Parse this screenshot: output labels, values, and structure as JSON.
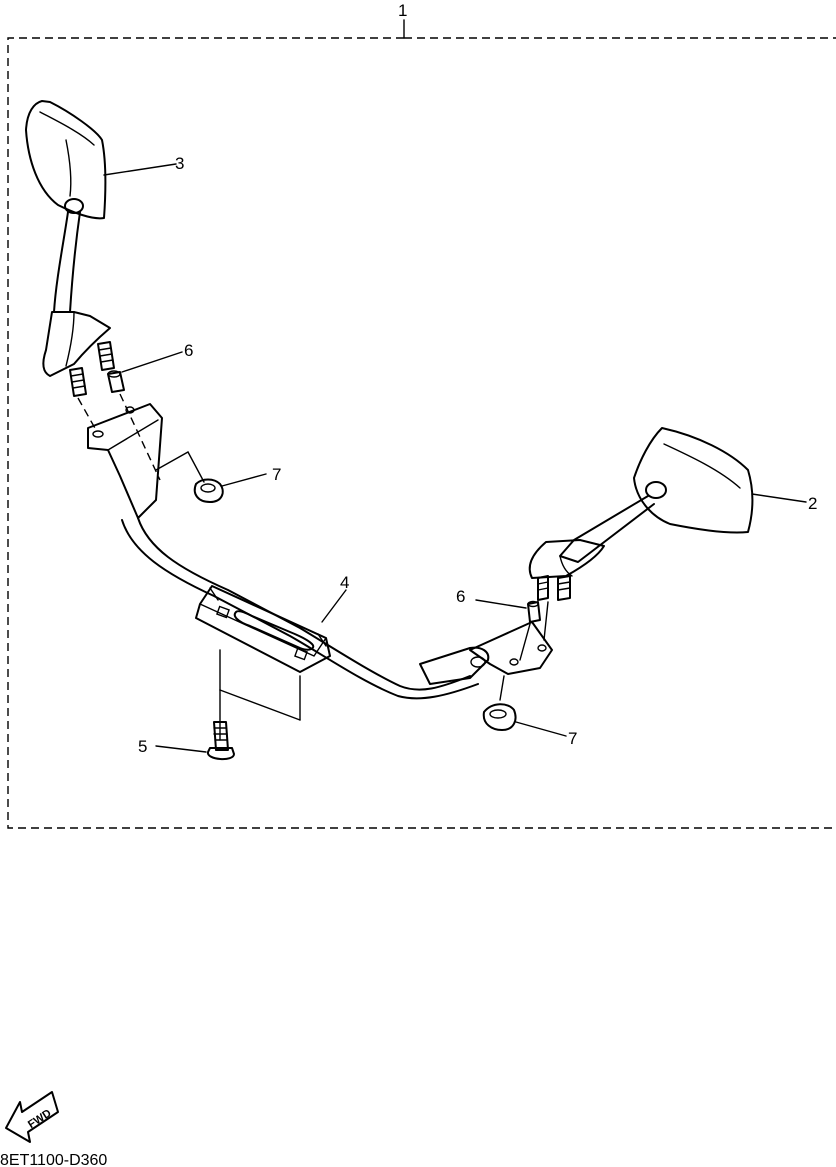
{
  "callouts": {
    "c1": "1",
    "c2": "2",
    "c3": "3",
    "c4": "4",
    "c5": "5",
    "c6_left": "6",
    "c6_right": "6",
    "c7_left": "7",
    "c7_right": "7"
  },
  "fwd_badge": {
    "text": "FWD",
    "icon": "forward-arrow-icon"
  },
  "diagram_code": "8ET1100-D360"
}
